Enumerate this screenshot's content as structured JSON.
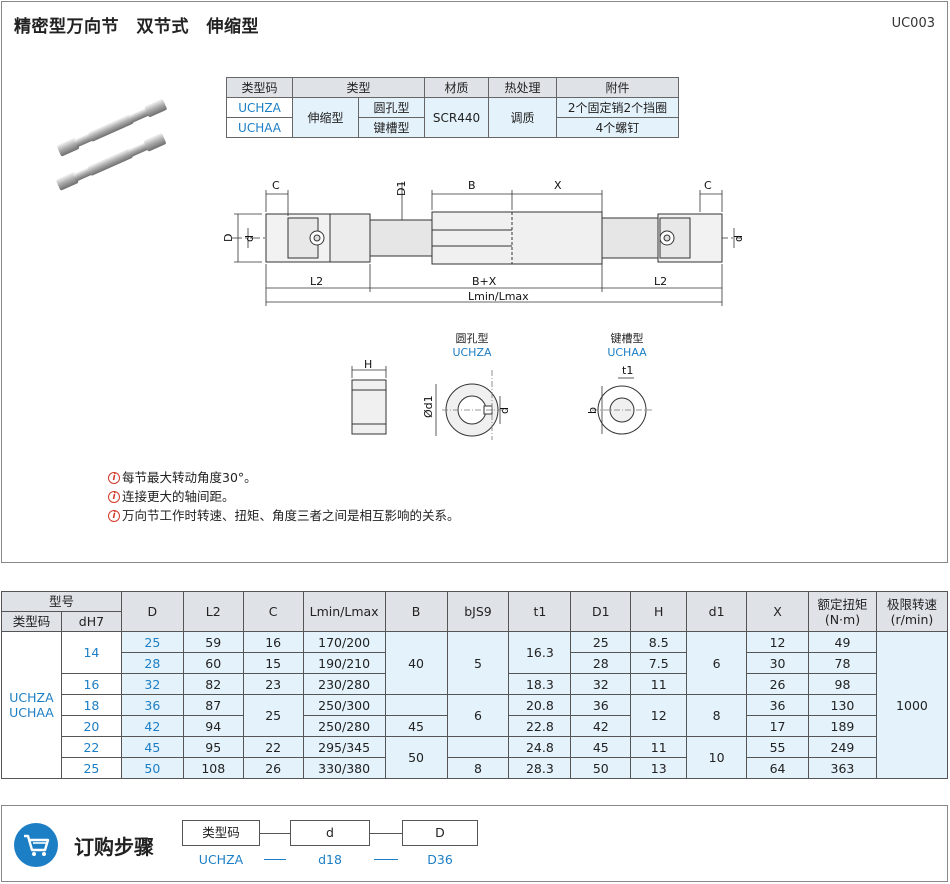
{
  "header": {
    "title": "精密型万向节　双节式　伸缩型",
    "code": "UC003"
  },
  "type_table": {
    "headers": [
      "类型码",
      "类型",
      "材质",
      "热处理",
      "附件"
    ],
    "codes": [
      "UCHZA",
      "UCHAA"
    ],
    "category": "伸缩型",
    "subtypes": [
      "圆孔型",
      "键槽型"
    ],
    "material": "SCR440",
    "heat": "调质",
    "accessories": [
      "2个固定销2个挡圈",
      "4个螺钉"
    ]
  },
  "drawing": {
    "C_left": "C",
    "C_right": "C",
    "D1": "D1",
    "B": "B",
    "X": "X",
    "D": "D",
    "d_left": "d",
    "d_right": "d",
    "L2_left": "L2",
    "BX": "B+X",
    "L2_right": "L2",
    "Lmin": "Lmin/Lmax"
  },
  "sections": {
    "round": {
      "title": "圆孔型",
      "code": "UCHZA"
    },
    "key": {
      "title": "键槽型",
      "code": "UCHAA"
    },
    "H": "H",
    "od1": "Ød1",
    "d": "d",
    "t1": "t1",
    "b": "b"
  },
  "notes": [
    "每节最大转动角度30°。",
    "连接更大的轴间距。",
    "万向节工作时转速、扭矩、角度三者之间是相互影响的关系。"
  ],
  "spec_table": {
    "group_header": "型号",
    "sub_headers": [
      "类型码",
      "dH7"
    ],
    "headers": [
      "D",
      "L2",
      "C",
      "Lmin/Lmax",
      "B",
      "bJS9",
      "t1",
      "D1",
      "H",
      "d1",
      "X",
      "额定扭矩",
      "(N·m)",
      "极限转速",
      "(r/min)"
    ],
    "type_codes": [
      "UCHZA",
      "UCHAA"
    ],
    "speed": "1000",
    "rows": [
      {
        "d": "14",
        "D": "25",
        "L2": "59",
        "C": "16",
        "L": "170/200",
        "D1": "25",
        "H": "8.5",
        "X": "12",
        "T": "49"
      },
      {
        "d": "",
        "D": "28",
        "L2": "60",
        "C": "15",
        "L": "190/210",
        "D1": "28",
        "H": "7.5",
        "X": "30",
        "T": "78"
      },
      {
        "d": "16",
        "D": "32",
        "L2": "82",
        "C": "23",
        "L": "230/280",
        "D1": "32",
        "H": "11",
        "X": "26",
        "T": "98"
      },
      {
        "d": "18",
        "D": "36",
        "L2": "87",
        "C": "",
        "L": "250/300",
        "D1": "36",
        "H": "",
        "X": "36",
        "T": "130"
      },
      {
        "d": "20",
        "D": "42",
        "L2": "94",
        "C": "",
        "L": "250/280",
        "D1": "42",
        "H": "",
        "X": "17",
        "T": "189"
      },
      {
        "d": "22",
        "D": "45",
        "L2": "95",
        "C": "22",
        "L": "295/345",
        "D1": "45",
        "H": "11",
        "X": "55",
        "T": "249"
      },
      {
        "d": "25",
        "D": "50",
        "L2": "108",
        "C": "26",
        "L": "330/380",
        "D1": "50",
        "H": "13",
        "X": "64",
        "T": "363"
      }
    ],
    "merged": {
      "C25": "25",
      "B40": "40",
      "B45": "45",
      "B50": "50",
      "b5": "5",
      "b6": "6",
      "b8": "8",
      "t163": "16.3",
      "t183": "18.3",
      "t208": "20.8",
      "t228": "22.8",
      "t248": "24.8",
      "t283": "28.3",
      "H12": "12",
      "d1_6": "6",
      "d1_8": "8",
      "d1_10": "10"
    }
  },
  "order": {
    "title": "订购步骤",
    "boxes": [
      "类型码",
      "d",
      "D"
    ],
    "values": [
      "UCHZA",
      "d18",
      "D36"
    ]
  },
  "colors": {
    "accent": "#1c7ec4",
    "header_bg": "#dfe3e8",
    "light_blue": "#e4f2fb"
  }
}
